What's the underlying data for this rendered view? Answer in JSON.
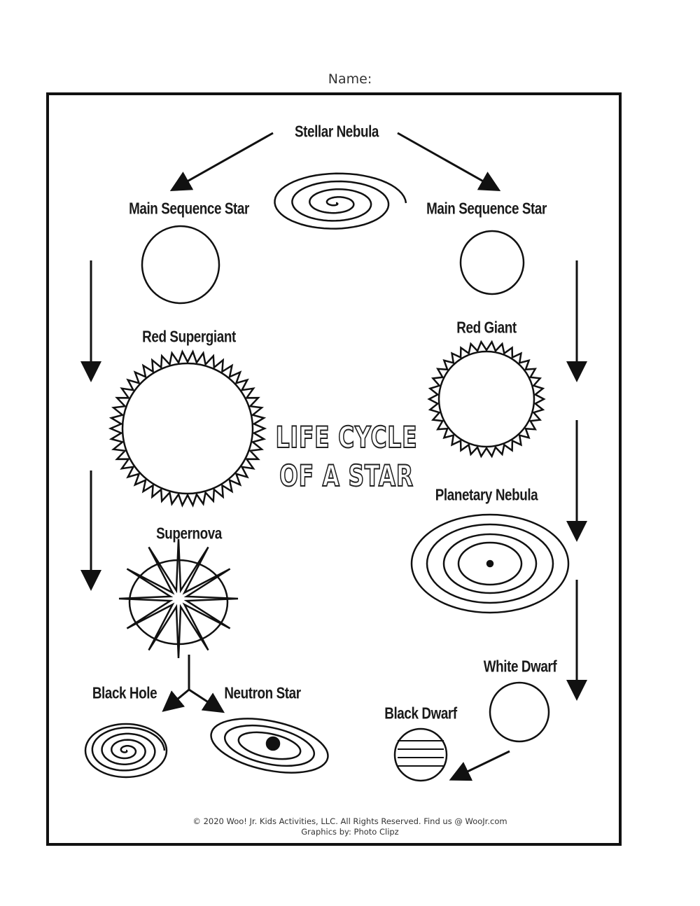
{
  "name_label": "Name:",
  "title": {
    "line1": "LIFE CYCLE",
    "line2": "OF A STAR"
  },
  "stages": {
    "stellar_nebula": "Stellar Nebula",
    "main_sequence_left": "Main Sequence Star",
    "main_sequence_right": "Main Sequence Star",
    "red_supergiant": "Red Supergiant",
    "red_giant": "Red Giant",
    "planetary_nebula": "Planetary Nebula",
    "supernova": "Supernova",
    "white_dwarf": "White Dwarf",
    "black_hole": "Black Hole",
    "neutron_star": "Neutron Star",
    "black_dwarf": "Black Dwarf"
  },
  "footer": {
    "copyright": "© 2020 Woo! Jr. Kids Activities, LLC. All Rights Reserved. Find us @ WooJr.com",
    "credits": "Graphics by: Photo Clipz"
  }
}
